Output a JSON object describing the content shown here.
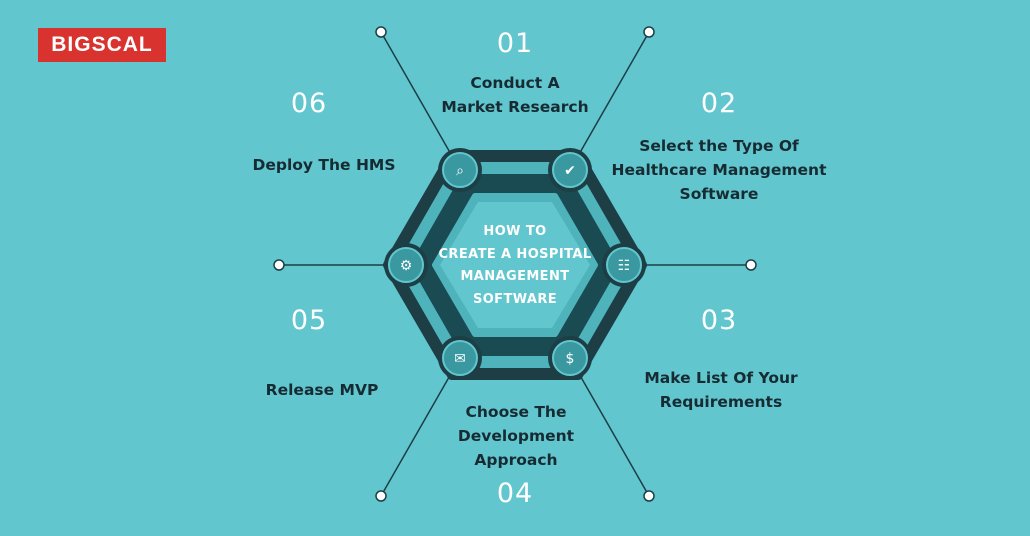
{
  "brand": {
    "logo_text": "BIGSCAL"
  },
  "center": {
    "lines": [
      "HOW TO",
      "CREATE A HOSPITAL",
      "MANAGEMENT",
      "SOFTWARE"
    ]
  },
  "steps": [
    {
      "number": "01",
      "lines": [
        "Conduct A",
        "Market Research"
      ],
      "icon": "document-search-icon"
    },
    {
      "number": "02",
      "lines": [
        "Select the Type Of",
        "Healthcare Management",
        "Software"
      ],
      "icon": "shield-check-icon"
    },
    {
      "number": "03",
      "lines": [
        "Make List Of Your",
        "Requirements"
      ],
      "icon": "clipboard-icon"
    },
    {
      "number": "04",
      "lines": [
        "Choose The",
        "Development",
        "Approach"
      ],
      "icon": "money-icon"
    },
    {
      "number": "05",
      "lines": [
        "Release MVP"
      ],
      "icon": "envelope-icon"
    },
    {
      "number": "06",
      "lines": [
        "Deploy The HMS"
      ],
      "icon": "gear-icon"
    }
  ],
  "colors": {
    "background": "#62c6cf",
    "ring_outer": "#1d3e45",
    "ring_band": "#4fb3bc",
    "ring_inner": "#1a4a52",
    "node": "#3a98a1",
    "brand": "#d9332f",
    "label": "#162b32",
    "number": "#ffffff"
  }
}
